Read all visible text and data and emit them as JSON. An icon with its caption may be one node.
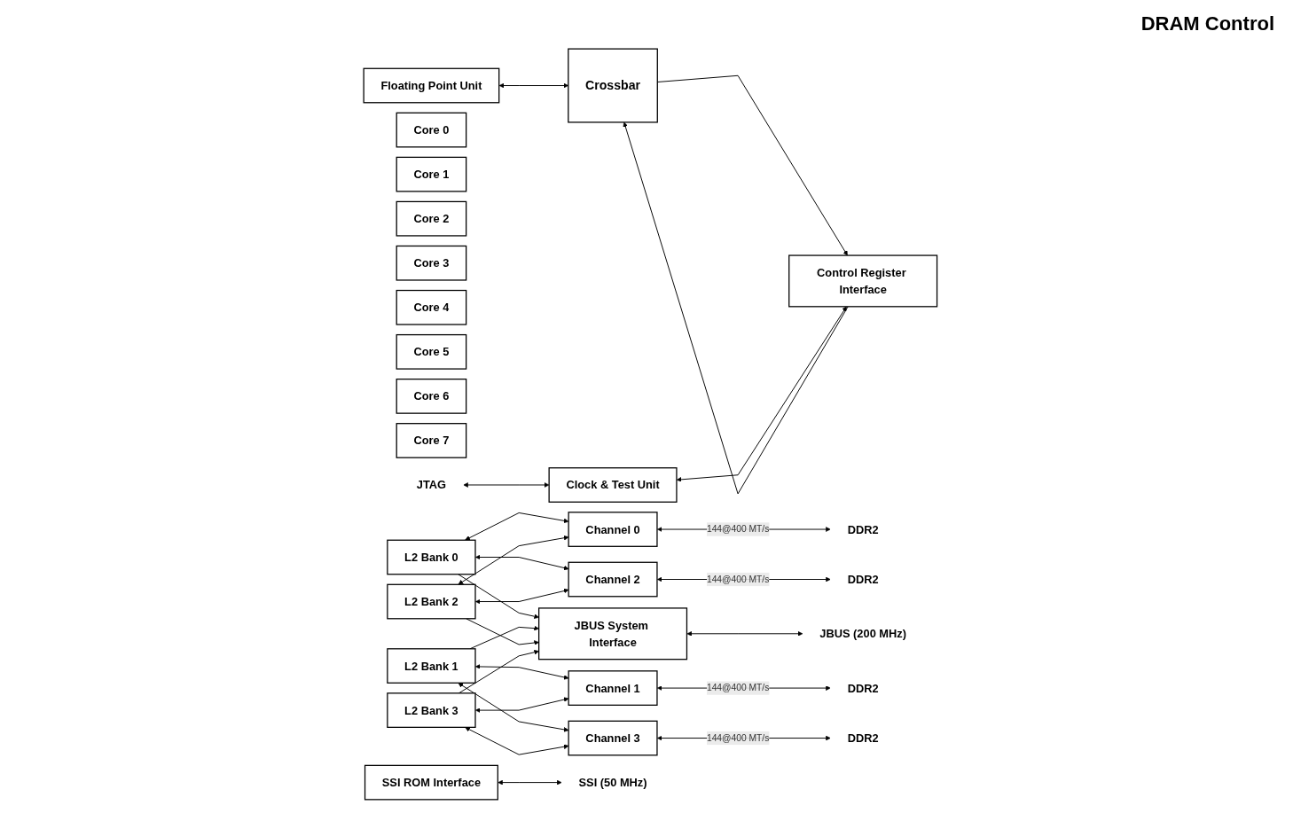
{
  "diagram": {
    "nodes": [
      {
        "text": [
          "Floating Point Unit"
        ]
      },
      {
        "text": [
          "Core 0"
        ]
      },
      {
        "text": [
          "Core 1"
        ]
      },
      {
        "text": [
          "Core 2"
        ]
      },
      {
        "text": [
          "Core 3"
        ]
      },
      {
        "text": [
          "Core 4"
        ]
      },
      {
        "text": [
          "Core 5"
        ]
      },
      {
        "text": [
          "Core 6"
        ]
      },
      {
        "text": [
          "Core 7"
        ]
      },
      {
        "text": [
          "Crossbar"
        ]
      },
      {
        "text": [
          "L2 Bank 0"
        ]
      },
      {
        "text": [
          "L2 Bank 1"
        ]
      },
      {
        "text": [
          "L2 Bank 2"
        ]
      },
      {
        "text": [
          "L2 Bank 3"
        ]
      },
      {
        "text": [
          "Channel 0"
        ]
      },
      {
        "text": [
          "Channel 1"
        ]
      },
      {
        "text": [
          "Channel 2"
        ]
      },
      {
        "text": [
          "Channel 3"
        ]
      },
      {
        "text": [
          "DDR2"
        ]
      },
      {
        "text": [
          "DDR2"
        ]
      },
      {
        "text": [
          "DDR2"
        ]
      },
      {
        "text": [
          "DDR2"
        ]
      },
      {
        "text": [
          "JTAG"
        ]
      },
      {
        "text": [
          "Clock & Test Unit"
        ]
      },
      {
        "text": [
          "Control Register Interface"
        ]
      },
      {
        "text": [
          "JBUS System Interface"
        ]
      },
      {
        "text": [
          "SSI ROM Interface"
        ]
      },
      {
        "text": [
          "JBUS (200 MHz)"
        ]
      },
      {
        "text": [
          "SSI (50 MHz)"
        ]
      }
    ],
    "edges": [
      {
        "from": 0,
        "to": 9,
        "arrow": "both"
      },
      {
        "from": 10,
        "to": 14,
        "arrow": "both"
      },
      {
        "from": 10,
        "to": 16,
        "arrow": "both"
      },
      {
        "from": 10,
        "to": 25,
        "arrow": "to"
      },
      {
        "from": 11,
        "to": 15,
        "arrow": "both"
      },
      {
        "from": 11,
        "to": 17,
        "arrow": "both"
      },
      {
        "from": 11,
        "to": 25,
        "arrow": "to"
      },
      {
        "from": 12,
        "to": 16,
        "arrow": "both"
      },
      {
        "from": 12,
        "to": 14,
        "arrow": "both"
      },
      {
        "from": 12,
        "to": 25,
        "arrow": "to"
      },
      {
        "from": 13,
        "to": 17,
        "arrow": "both"
      },
      {
        "from": 13,
        "to": 15,
        "arrow": "both"
      },
      {
        "from": 13,
        "to": 25,
        "arrow": "to"
      },
      {
        "from": 14,
        "to": 18,
        "arrow": "both",
        "label": "144@400 MT/s"
      },
      {
        "from": 15,
        "to": 19,
        "arrow": "both",
        "label": "144@400 MT/s"
      },
      {
        "from": 16,
        "to": 20,
        "arrow": "both",
        "label": "144@400 MT/s"
      },
      {
        "from": 17,
        "to": 21,
        "arrow": "both",
        "label": "144@400 MT/s"
      },
      {
        "from": 9,
        "to": 24,
        "arrow": "to"
      },
      {
        "from": 24,
        "to": 9,
        "arrow": "to"
      },
      {
        "from": 22,
        "to": 23,
        "arrow": "both"
      },
      {
        "from": 23,
        "to": 24,
        "arrow": "both"
      },
      {
        "from": 25,
        "to": 27,
        "arrow": "both"
      },
      {
        "from": 26,
        "to": 28,
        "arrow": "both"
      }
    ],
    "labels": [
      "DRAM Control"
    ]
  }
}
